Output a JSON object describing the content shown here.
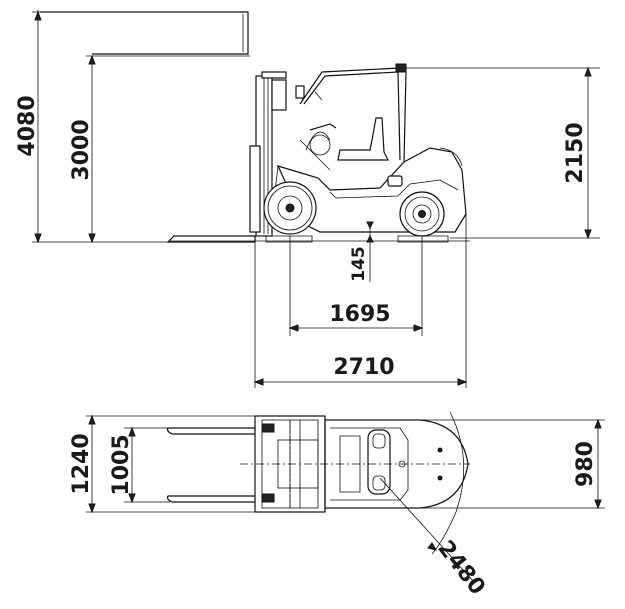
{
  "side_view": {
    "dimensions": {
      "max_lift_height": "4080",
      "lift_height": "3000",
      "overall_height": "2150",
      "ground_clearance": "145",
      "wheelbase": "1695",
      "overall_length": "2710"
    }
  },
  "top_view": {
    "dimensions": {
      "fork_outer_width": "1240",
      "fork_inner_width": "1005",
      "overall_width": "980",
      "turning_radius": "2480"
    }
  }
}
